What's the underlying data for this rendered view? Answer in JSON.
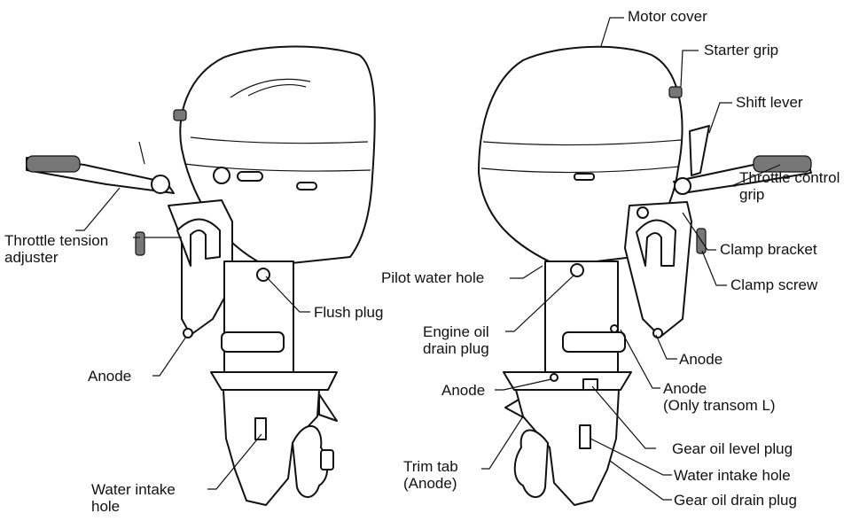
{
  "labels": {
    "motor_cover": "Motor cover",
    "starter_grip": "Starter grip",
    "shift_lever": "Shift lever",
    "throttle_control_grip": [
      "Throttle control",
      "grip"
    ],
    "clamp_bracket": "Clamp bracket",
    "clamp_screw": "Clamp screw",
    "throttle_tension_adjuster": [
      "Throttle tension",
      "adjuster"
    ],
    "flush_plug": "Flush plug",
    "pilot_water_hole": "Pilot water hole",
    "engine_oil_drain_plug": [
      "Engine oil",
      "drain plug"
    ],
    "anode_left": "Anode",
    "anode_center": "Anode",
    "anode_right_upper": "Anode",
    "anode_transom": [
      "Anode",
      "(Only transom L)"
    ],
    "gear_oil_level_plug": "Gear oil level plug",
    "water_intake_hole_right": "Water intake hole",
    "gear_oil_drain_plug": "Gear oil drain plug",
    "trim_tab": [
      "Trim tab",
      "(Anode)"
    ],
    "water_intake_hole_left": [
      "Water intake",
      "hole"
    ]
  }
}
